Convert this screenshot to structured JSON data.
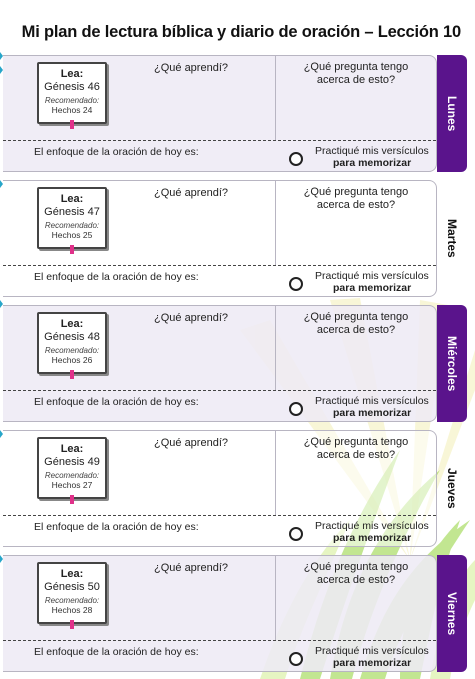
{
  "title": "Mi plan de lectura bíblica y diario de oración – Lección 10",
  "labels": {
    "read": "Lea:",
    "recommended": "Recomendado:",
    "learned": "¿Qué aprendí?",
    "question": "¿Qué pregunta tengo acerca de esto?",
    "prayer_focus": "El enfoque de la oración de hoy es:",
    "practiced_line1": "Practiqué mis versículos",
    "practiced_line2": "para memorizar"
  },
  "days": [
    {
      "name": "Lunes",
      "reading": "Génesis 46",
      "recommended": "Hechos 24"
    },
    {
      "name": "Martes",
      "reading": "Génesis 47",
      "recommended": "Hechos 25"
    },
    {
      "name": "Miércoles",
      "reading": "Génesis 48",
      "recommended": "Hechos 26"
    },
    {
      "name": "Jueves",
      "reading": "Génesis 49",
      "recommended": "Hechos 27"
    },
    {
      "name": "Viernes",
      "reading": "Génesis 50",
      "recommended": "Hechos 28"
    }
  ],
  "colors": {
    "tab_purple": "#5a148c",
    "shaded_row": "#eeeaf5",
    "bookmark": "#e0318a"
  }
}
